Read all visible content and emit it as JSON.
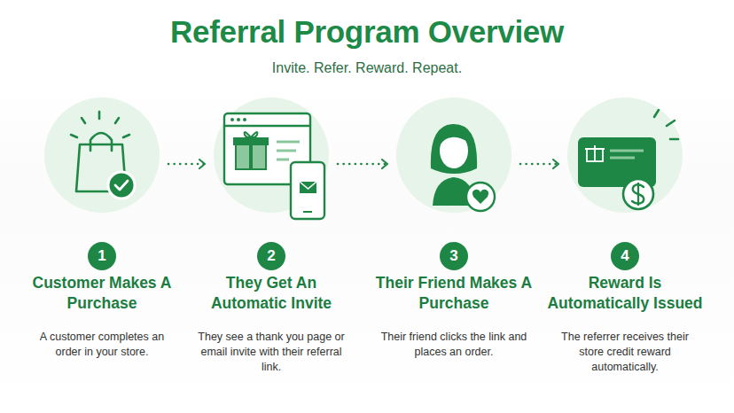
{
  "diagram": {
    "title": "Referral Program Overview",
    "nodes": [
      {
        "text": [
          "1",
          "Customer Makes A Purchase",
          "A customer completes an order in your store."
        ]
      },
      {
        "text": [
          "2",
          "They Get An Automatic Invite",
          "They see a thank you page or email invite with their referral link."
        ]
      },
      {
        "text": [
          "3",
          "Their Friend Makes A Purchase",
          "Their friend clicks the link and places an order."
        ]
      },
      {
        "text": [
          "4",
          "Reward Is Automatically Issued",
          "The referrer receives their store credit reward automatically."
        ]
      }
    ],
    "edges": [
      {
        "from": 0,
        "to": 1,
        "arrow": "to"
      },
      {
        "from": 1,
        "to": 2,
        "arrow": "to"
      },
      {
        "from": 2,
        "to": 3,
        "arrow": "to"
      }
    ],
    "labels": [
      "Invite. Refer. Reward. Repeat."
    ]
  }
}
